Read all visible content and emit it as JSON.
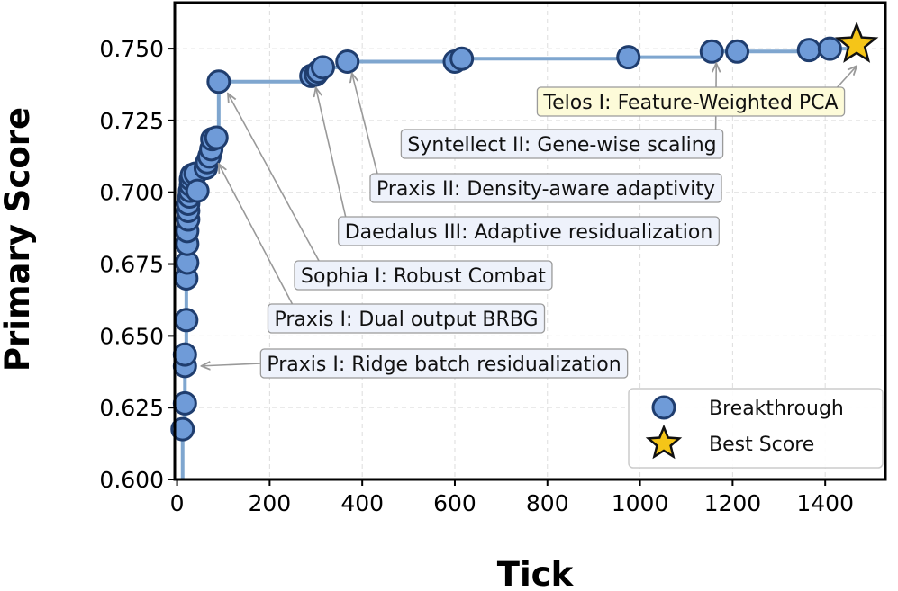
{
  "chart_data": {
    "type": "scatter",
    "title": "",
    "xlabel": "Tick",
    "ylabel": "Primary Score",
    "xlim": [
      -5,
      1530
    ],
    "ylim": [
      0.6,
      0.766
    ],
    "xticks": [
      "0",
      "200",
      "400",
      "600",
      "800",
      "1000",
      "1200",
      "1400"
    ],
    "yticks": [
      "0.600",
      "0.625",
      "0.650",
      "0.675",
      "0.700",
      "0.725",
      "0.750"
    ],
    "grid": true,
    "legend_position": "lower-right",
    "colors": {
      "point_fill": "#6f9bd8",
      "point_edge": "#1f3d6e",
      "step_line": "#7fa6cf",
      "star_fill": "#f5c518",
      "annotation_box": "#eef2fb",
      "annotation_box_best": "#fdfbd9",
      "annotation_arrow": "#999999"
    },
    "series": [
      {
        "name": "Breakthrough",
        "points": [
          {
            "x": 12,
            "y": 0.6175
          },
          {
            "x": 17,
            "y": 0.6265
          },
          {
            "x": 17,
            "y": 0.6395
          },
          {
            "x": 17,
            "y": 0.6435
          },
          {
            "x": 20,
            "y": 0.6555
          },
          {
            "x": 20,
            "y": 0.67
          },
          {
            "x": 22,
            "y": 0.6755
          },
          {
            "x": 22,
            "y": 0.682
          },
          {
            "x": 22,
            "y": 0.6865
          },
          {
            "x": 24,
            "y": 0.6905
          },
          {
            "x": 24,
            "y": 0.6935
          },
          {
            "x": 24,
            "y": 0.696
          },
          {
            "x": 27,
            "y": 0.6985
          },
          {
            "x": 28,
            "y": 0.7005
          },
          {
            "x": 30,
            "y": 0.7025
          },
          {
            "x": 30,
            "y": 0.7045
          },
          {
            "x": 32,
            "y": 0.706
          },
          {
            "x": 40,
            "y": 0.7065
          },
          {
            "x": 44,
            "y": 0.7005
          },
          {
            "x": 62,
            "y": 0.7085
          },
          {
            "x": 65,
            "y": 0.7105
          },
          {
            "x": 70,
            "y": 0.7125
          },
          {
            "x": 74,
            "y": 0.715
          },
          {
            "x": 76,
            "y": 0.7185
          },
          {
            "x": 85,
            "y": 0.719
          },
          {
            "x": 90,
            "y": 0.7385
          },
          {
            "x": 290,
            "y": 0.7405
          },
          {
            "x": 300,
            "y": 0.741
          },
          {
            "x": 305,
            "y": 0.742
          },
          {
            "x": 315,
            "y": 0.7435
          },
          {
            "x": 368,
            "y": 0.7455
          },
          {
            "x": 600,
            "y": 0.7455
          },
          {
            "x": 615,
            "y": 0.7465
          },
          {
            "x": 975,
            "y": 0.747
          },
          {
            "x": 1155,
            "y": 0.749
          },
          {
            "x": 1210,
            "y": 0.749
          },
          {
            "x": 1365,
            "y": 0.7495
          },
          {
            "x": 1410,
            "y": 0.75
          }
        ]
      },
      {
        "name": "Best Score",
        "points": [
          {
            "x": 1468,
            "y": 0.7515
          }
        ]
      }
    ],
    "annotations": [
      {
        "text": "Praxis I: Ridge batch residualization",
        "x": 25,
        "y": 0.6395
      },
      {
        "text": "Praxis I: Dual output BRBG",
        "x": 80,
        "y": 0.714
      },
      {
        "text": "Sophia I: Robust Combat",
        "x": 100,
        "y": 0.7385
      },
      {
        "text": "Daedalus III: Adaptive residualization",
        "x": 290,
        "y": 0.7405
      },
      {
        "text": "Praxis II: Density-aware adaptivity",
        "x": 368,
        "y": 0.7455
      },
      {
        "text": "Syntellect II: Gene-wise scaling",
        "x": 1155,
        "y": 0.749
      },
      {
        "text": "Telos I: Feature-Weighted PCA",
        "x": 1468,
        "y": 0.7515
      }
    ],
    "legend": {
      "breakthrough_label": "Breakthrough",
      "best_label": "Best Score"
    }
  }
}
